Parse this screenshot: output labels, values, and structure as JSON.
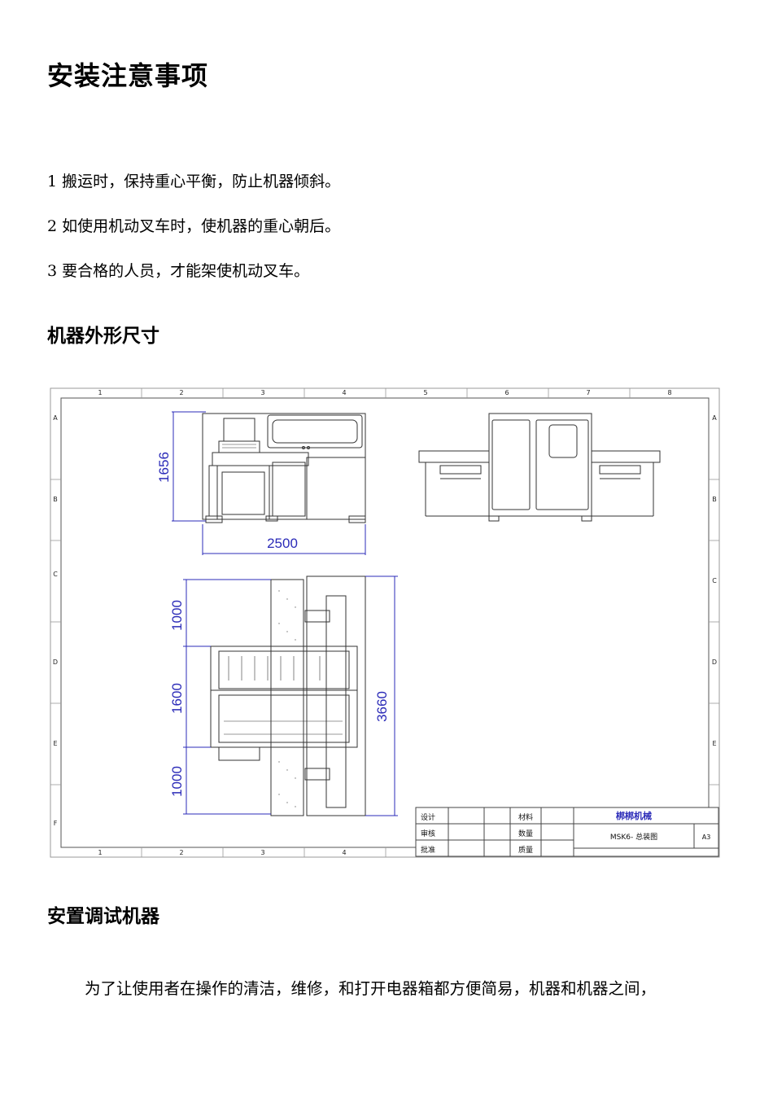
{
  "title": "安装注意事项",
  "items": [
    "1 搬运时，保持重心平衡，防止机器倾斜。",
    "2 如使用机动叉车时，使机器的重心朝后。",
    "3 要合格的人员，才能架使机动叉车。"
  ],
  "section_dimensions": "机器外形尺寸",
  "drawing": {
    "dim_height": "1656",
    "dim_width": "2500",
    "dim_top": "1000",
    "dim_middle": "1600",
    "dim_bottom": "1000",
    "dim_total": "3660",
    "col_labels": [
      "1",
      "2",
      "3",
      "4",
      "5",
      "6",
      "7",
      "8"
    ],
    "row_labels": [
      "A",
      "B",
      "C",
      "D",
      "E",
      "F"
    ],
    "title_block": {
      "design": "设计",
      "review": "审核",
      "approve": "批准",
      "material": "材料",
      "quantity": "数量",
      "weight": "质量",
      "company": "梆梆机械",
      "drawing_name": "MSK6- 总装图",
      "sheet_size": "A3"
    }
  },
  "section_setup": "安置调试机器",
  "setup_paragraph": "为了让使用者在操作的清洁，维修，和打开电器箱都方便简易，机器和机器之间，"
}
